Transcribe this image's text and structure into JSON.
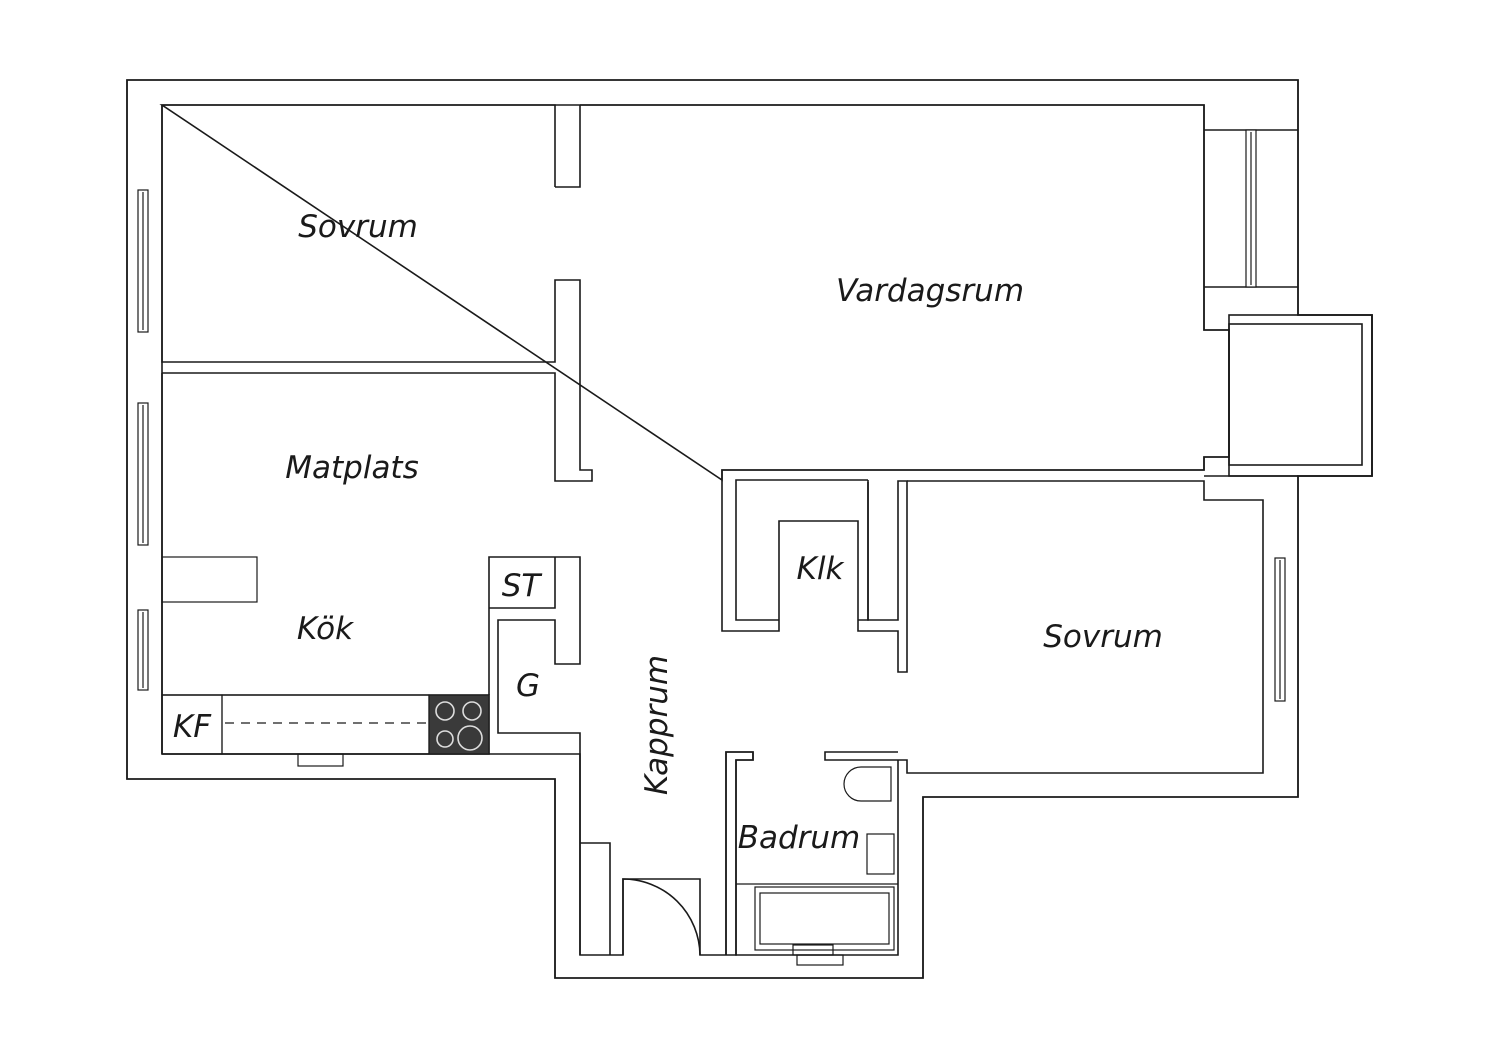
{
  "rooms": {
    "sovrum_1": "Sovrum",
    "vardagsrum": "Vardagsrum",
    "matplats": "Matplats",
    "kok": "Kök",
    "st": "ST",
    "g": "G",
    "kf": "KF",
    "klk": "Klk",
    "sovrum_2": "Sovrum",
    "kapprum": "Kapprum",
    "badrum": "Badrum"
  },
  "colors": {
    "line": "#1a1a1a",
    "stove": "#3a3a3a",
    "background": "#ffffff"
  }
}
